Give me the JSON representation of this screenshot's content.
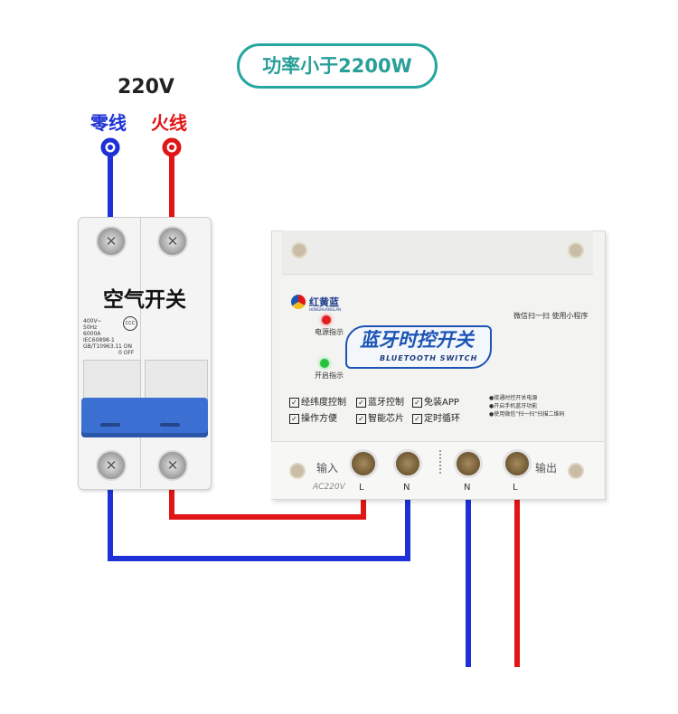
{
  "header": {
    "power_note": "功率小于2200W"
  },
  "supply": {
    "voltage": "220V",
    "neutral_label": "零线",
    "live_label": "火线",
    "neutral_color": "#1d31d6",
    "live_color": "#e01515"
  },
  "breaker": {
    "title": "空气开关",
    "spec_lines": [
      "400V~",
      "50Hz",
      "6000A",
      "IEC60898-1",
      "GB/T10963.1"
    ],
    "on_off": [
      "1 ON",
      "0 OFF"
    ],
    "ccc_mark": "CCC",
    "handle_color": "#3b6fd1"
  },
  "device": {
    "brand_cn": "红黄蓝",
    "brand_en": "HONGHUANGLAN",
    "power_led_label": "电源指示",
    "open_led_label": "开启指示",
    "scan_note": "微信扫一扫 使用小程序",
    "product_name_cn": "蓝牙时控开关",
    "product_name_en": "BLUETOOTH SWITCH",
    "features": [
      [
        "经纬度控制",
        "蓝牙控制",
        "免装APP"
      ],
      [
        "操作方便",
        "智能芯片",
        "定时循环"
      ]
    ],
    "notes": [
      "●接通时控开关电源",
      "●开启手机蓝牙功能",
      "●使用微信“扫一扫”扫描二维码"
    ],
    "input_label": "输入",
    "input_voltage": "AC220V",
    "output_label": "输出",
    "terminals": [
      "L",
      "N",
      "N",
      "L"
    ]
  }
}
